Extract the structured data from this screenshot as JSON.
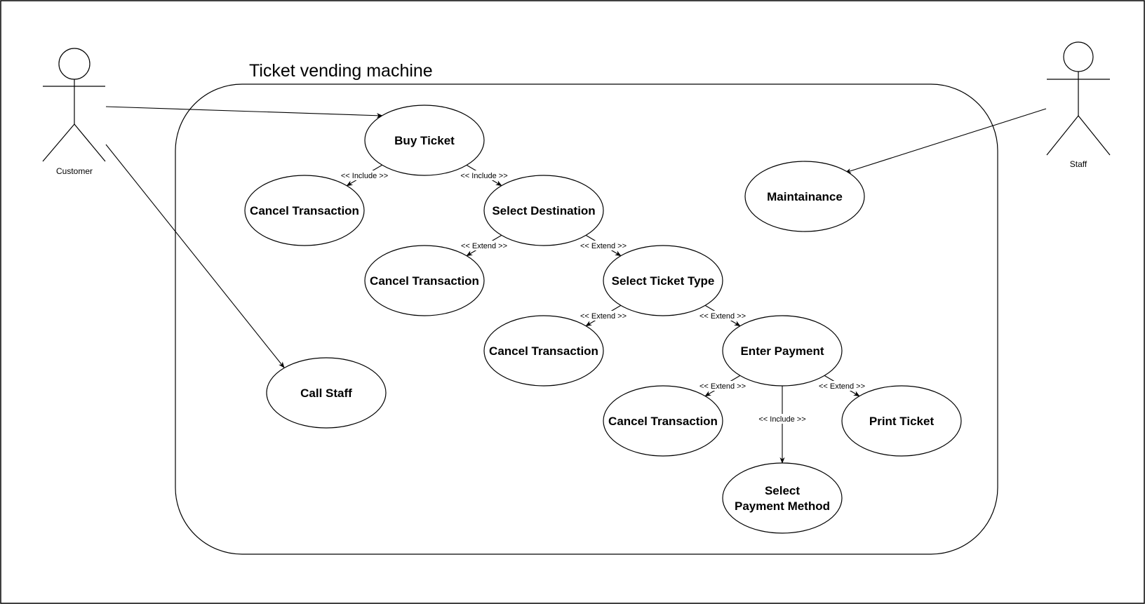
{
  "diagram": {
    "title": "Ticket vending machine",
    "actors": [
      {
        "id": "customer",
        "label": "Customer"
      },
      {
        "id": "staff",
        "label": "Staff"
      }
    ],
    "use_cases": [
      {
        "id": "buy_ticket",
        "label": "Buy Ticket"
      },
      {
        "id": "cancel_1",
        "label": "Cancel Transaction"
      },
      {
        "id": "select_destination",
        "label": "Select Destination"
      },
      {
        "id": "cancel_2",
        "label": "Cancel Transaction"
      },
      {
        "id": "select_ticket_type",
        "label": "Select Ticket Type"
      },
      {
        "id": "cancel_3",
        "label": "Cancel Transaction"
      },
      {
        "id": "enter_payment",
        "label": "Enter Payment"
      },
      {
        "id": "cancel_4",
        "label": "Cancel Transaction"
      },
      {
        "id": "print_ticket",
        "label": "Print Ticket"
      },
      {
        "id": "select_payment_method",
        "label": "Select\nPayment Method"
      },
      {
        "id": "call_staff",
        "label": "Call Staff"
      },
      {
        "id": "maintainance",
        "label": "Maintainance"
      }
    ],
    "relations": [
      {
        "from": "customer",
        "to": "buy_ticket",
        "label": ""
      },
      {
        "from": "customer",
        "to": "call_staff",
        "label": ""
      },
      {
        "from": "staff",
        "to": "maintainance",
        "label": ""
      },
      {
        "from": "buy_ticket",
        "to": "cancel_1",
        "label": "<< Include >>"
      },
      {
        "from": "buy_ticket",
        "to": "select_destination",
        "label": "<< Include >>"
      },
      {
        "from": "select_destination",
        "to": "cancel_2",
        "label": "<< Extend >>"
      },
      {
        "from": "select_destination",
        "to": "select_ticket_type",
        "label": "<< Extend >>"
      },
      {
        "from": "select_ticket_type",
        "to": "cancel_3",
        "label": "<< Extend >>"
      },
      {
        "from": "select_ticket_type",
        "to": "enter_payment",
        "label": "<< Extend >>"
      },
      {
        "from": "enter_payment",
        "to": "cancel_4",
        "label": "<< Extend >>"
      },
      {
        "from": "enter_payment",
        "to": "print_ticket",
        "label": "<< Extend >>"
      },
      {
        "from": "enter_payment",
        "to": "select_payment_method",
        "label": "<< Include >>"
      }
    ]
  }
}
